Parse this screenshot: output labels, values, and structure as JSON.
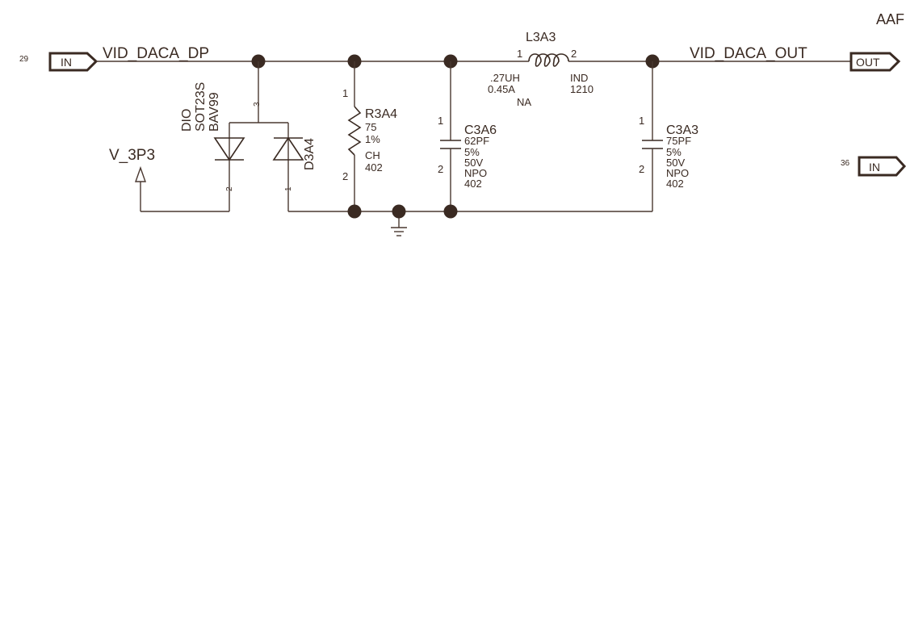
{
  "page_tag": "AAF",
  "ports": {
    "input_1": {
      "sheet_ref": "29",
      "label": "IN"
    },
    "input_2": {
      "sheet_ref": "36",
      "label": "IN"
    },
    "output": {
      "label": "OUT"
    }
  },
  "nets": {
    "in_net": "VID_DACA_DP",
    "out_net": "VID_DACA_OUT",
    "supply": "V_3P3"
  },
  "diode": {
    "ref": "D3A4",
    "type": "DIO",
    "package": "SOT23S",
    "part": "BAV99",
    "pin_1": "1",
    "pin_2": "2",
    "pin_3": "3"
  },
  "resistor": {
    "ref": "R3A4",
    "value": "75",
    "tolerance": "1%",
    "type": "CH",
    "size": "402",
    "pin_1": "1",
    "pin_2": "2"
  },
  "inductor": {
    "ref": "L3A3",
    "value": ".27UH",
    "current": "0.45A",
    "note": "NA",
    "type": "IND",
    "size": "1210",
    "pin_1": "1",
    "pin_2": "2"
  },
  "cap_1": {
    "ref": "C3A6",
    "value": "62PF",
    "tolerance": "5%",
    "voltage": "50V",
    "dielectric": "NPO",
    "size": "402",
    "pin_1": "1",
    "pin_2": "2"
  },
  "cap_2": {
    "ref": "C3A3",
    "value": "75PF",
    "tolerance": "5%",
    "voltage": "50V",
    "dielectric": "NPO",
    "size": "402",
    "pin_1": "1",
    "pin_2": "2"
  }
}
